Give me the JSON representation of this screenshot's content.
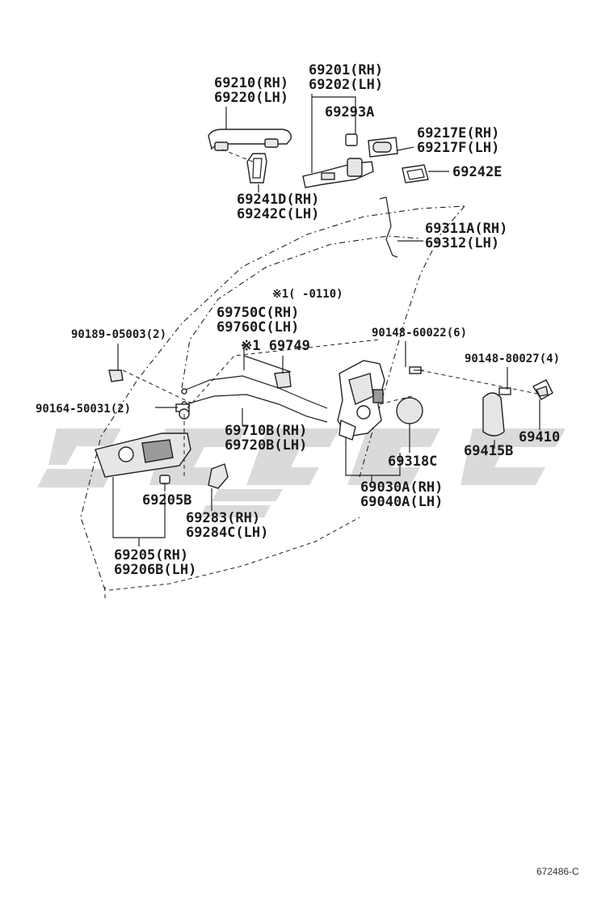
{
  "callouts": {
    "c69210": [
      "69210(RH)",
      "69220(LH)"
    ],
    "c69201": [
      "69201(RH)",
      "69202(LH)"
    ],
    "c69293": [
      "69293A"
    ],
    "c69217": [
      "69217E(RH)",
      "69217F(LH)"
    ],
    "c69242e": [
      "69242E"
    ],
    "c69241": [
      "69241D(RH)",
      "69242C(LH)"
    ],
    "c69311": [
      "69311A(RH)",
      "69312(LH)"
    ],
    "note": [
      "※1(  -0110)"
    ],
    "c69750": [
      "69750C(RH)",
      "69760C(LH)"
    ],
    "c90189": [
      "90189-05003(2)"
    ],
    "c90148a": [
      "90148-60022(6)"
    ],
    "c90148b": [
      "90148-80027(4)"
    ],
    "c69749": [
      "※1 69749"
    ],
    "c90164": [
      "90164-50031(2)"
    ],
    "c69710": [
      "69710B(RH)",
      "69720B(LH)"
    ],
    "c69415": [
      "69415B"
    ],
    "c69410": [
      "69410"
    ],
    "c69318": [
      "69318C"
    ],
    "c69205b": [
      "69205B"
    ],
    "c69030": [
      "69030A(RH)",
      "69040A(LH)"
    ],
    "c69283": [
      "69283(RH)",
      "69284C(LH)"
    ],
    "c69205": [
      "69205(RH)",
      "69206B(LH)"
    ]
  },
  "diagram_code": "672486-C"
}
